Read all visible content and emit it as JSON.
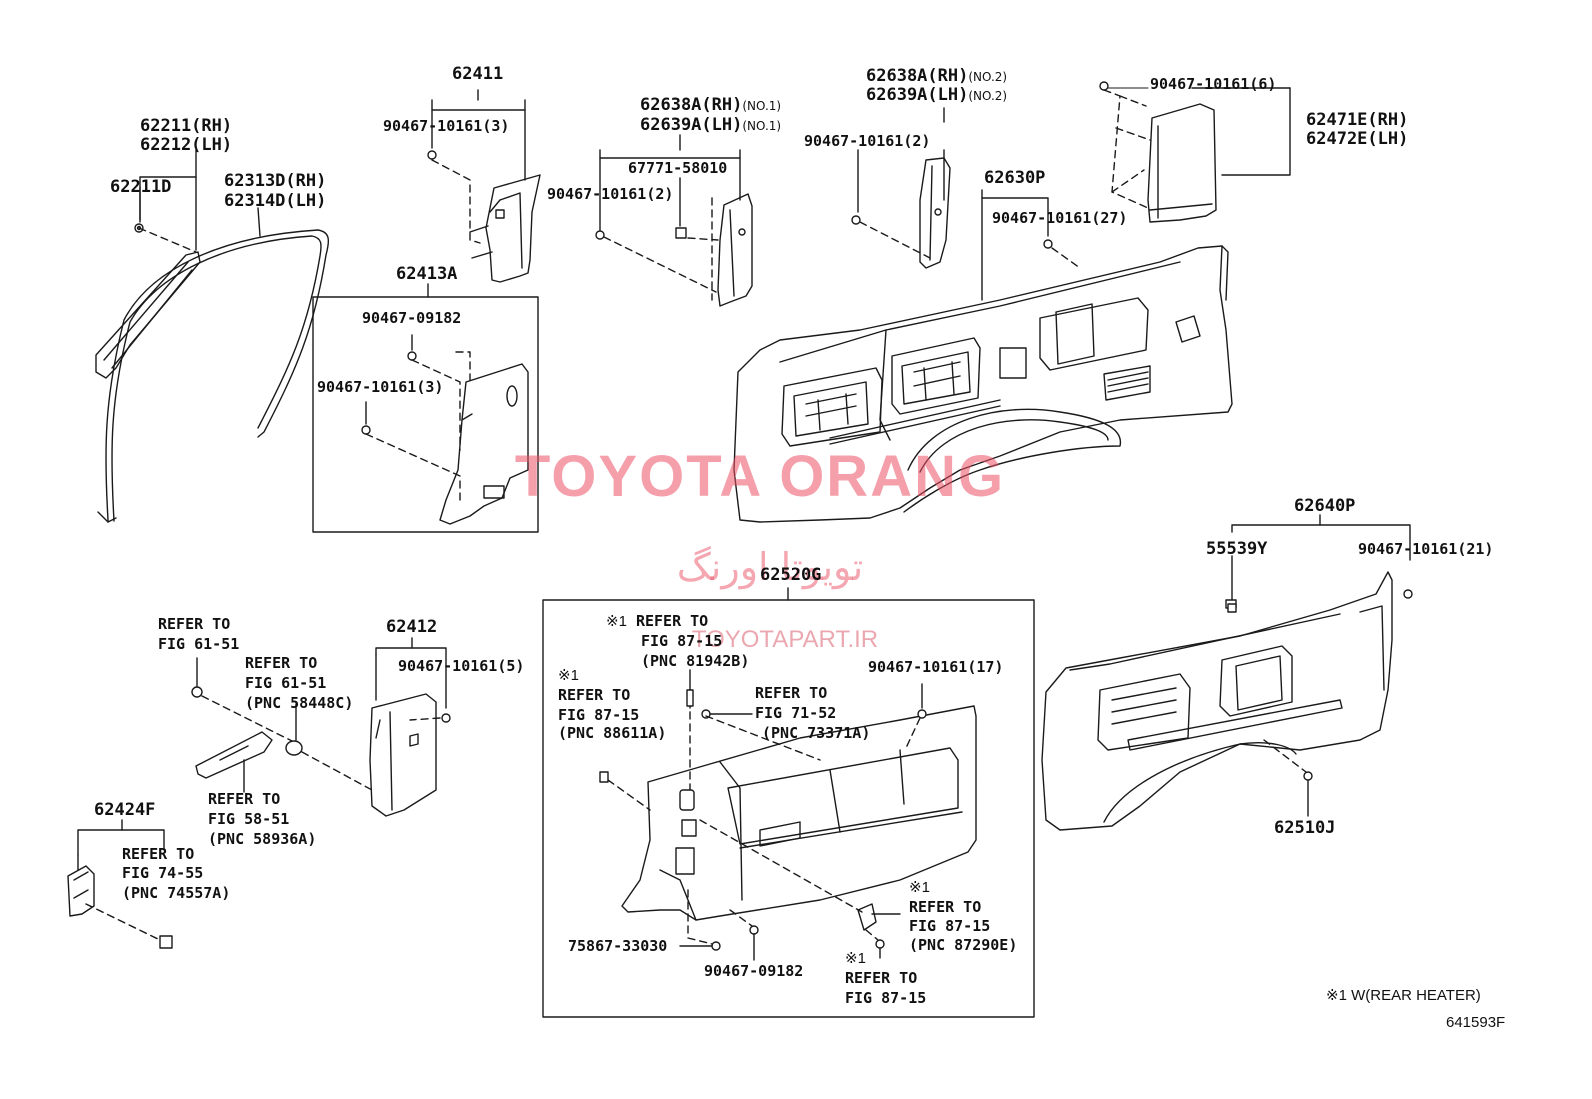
{
  "watermark": {
    "brand": "TOYOTA ORANG",
    "brand_fa": "تویوتا اورنگ",
    "site": "TOYOTAPART.IR"
  },
  "footnote": "※1 W(REAR HEATER)",
  "illustration_id": "641593F",
  "callouts": {
    "p62211": "62211(RH)",
    "p62212": "62212(LH)",
    "p62211D": "62211D",
    "p62313D": "62313D(RH)",
    "p62314D": "62314D(LH)",
    "p62411": "62411",
    "c62411_clip": "90467-10161(3)",
    "p62413A": "62413A",
    "c62413A_clip1": "90467-09182",
    "c62413A_clip2": "90467-10161(3)",
    "p62638A1": "62638A(RH)",
    "p62638A1_sub": "(NO.1)",
    "p62639A1": "62639A(LH)",
    "p62639A1_sub": "(NO.1)",
    "c67771": "67771-58010",
    "c_no1_clip": "90467-10161(2)",
    "p62638A2": "62638A(RH)",
    "p62638A2_sub": "(NO.2)",
    "p62639A2": "62639A(LH)",
    "p62639A2_sub": "(NO.2)",
    "c_no2_clip": "90467-10161(2)",
    "c62471_clip": "90467-10161(6)",
    "p62471E": "62471E(RH)",
    "p62472E": "62472E(LH)",
    "p62630P": "62630P",
    "c62630P_clip": "90467-10161(27)",
    "p62640P": "62640P",
    "p55539Y": "55539Y",
    "c62640P_clip": "90467-10161(21)",
    "p62510J": "62510J",
    "p62520G": "62520G",
    "r81942B_mark": "※1",
    "r81942B_1": "REFER TO",
    "r81942B_2": "FIG 87-15",
    "r81942B_3": "(PNC 81942B)",
    "c62520G_clip": "90467-10161(17)",
    "r88611A_mark": "※1",
    "r88611A_1": "REFER TO",
    "r88611A_2": "FIG 87-15",
    "r88611A_3": "(PNC 88611A)",
    "r73371A_1": "REFER TO",
    "r73371A_2": "FIG 71-52",
    "r73371A_3": "(PNC 73371A)",
    "r87290E_mark": "※1",
    "r87290E_1": "REFER TO",
    "r87290E_2": "FIG 87-15",
    "r87290E_3": "(PNC 87290E)",
    "r8715b_mark": "※1",
    "r8715b_1": "REFER TO",
    "r8715b_2": "FIG 87-15",
    "c75867": "75867-33030",
    "c62520G_clip2": "90467-09182",
    "r6151a_1": "REFER TO",
    "r6151a_2": "FIG 61-51",
    "r6151b_1": "REFER TO",
    "r6151b_2": "FIG 61-51",
    "r6151b_3": "(PNC 58448C)",
    "p62412": "62412",
    "c62412_clip": "90467-10161(5)",
    "r5851_1": "REFER TO",
    "r5851_2": "FIG 58-51",
    "r5851_3": "(PNC 58936A)",
    "p62424F": "62424F",
    "r7455_1": "REFER TO",
    "r7455_2": "FIG 74-55",
    "r7455_3": "(PNC 74557A)"
  }
}
